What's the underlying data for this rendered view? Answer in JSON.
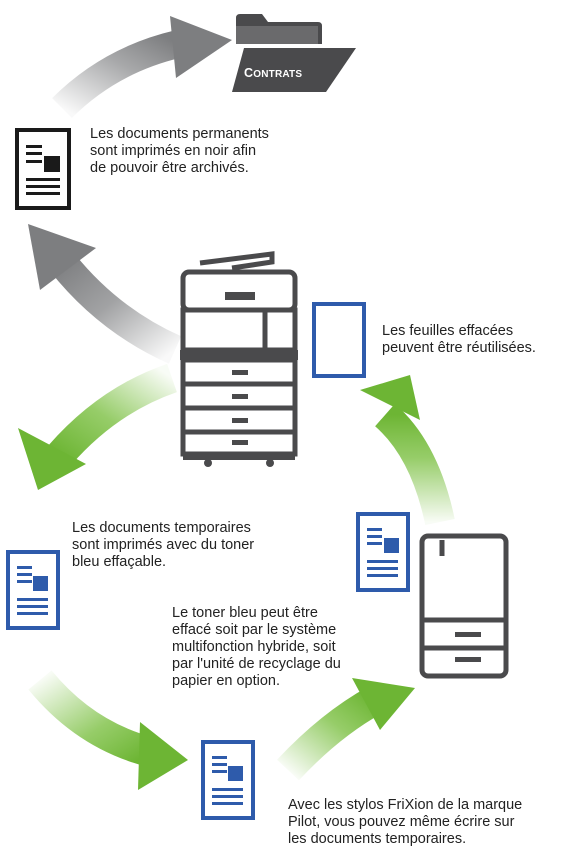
{
  "folder_label_first": "C",
  "folder_label_rest": "ONTRATS",
  "captions": {
    "permanent": "Les documents permanents\nsont imprimés en noir afin\nde pouvoir être archivés.",
    "reuse": "Les feuilles effacées\npeuvent être réutilisées.",
    "temporary": "Les documents temporaires\nsont imprimés avec du toner\nbleu effaçable.",
    "erase": "Le toner bleu peut être\neffacé soit par le système\nmultifonction hybride, soit\npar l'unité de recyclage du\npapier en option.",
    "frixion": "Avec les stylos FriXion de la marque\nPilot, vous pouvez même écrire sur\nles documents temporaires."
  },
  "colors": {
    "gray_arrow": "#8a8b8d",
    "green_arrow": "#7cc043",
    "machine": "#4a4a4c",
    "blue_doc": "#2e5bab",
    "black_doc": "#1a1a1a"
  }
}
